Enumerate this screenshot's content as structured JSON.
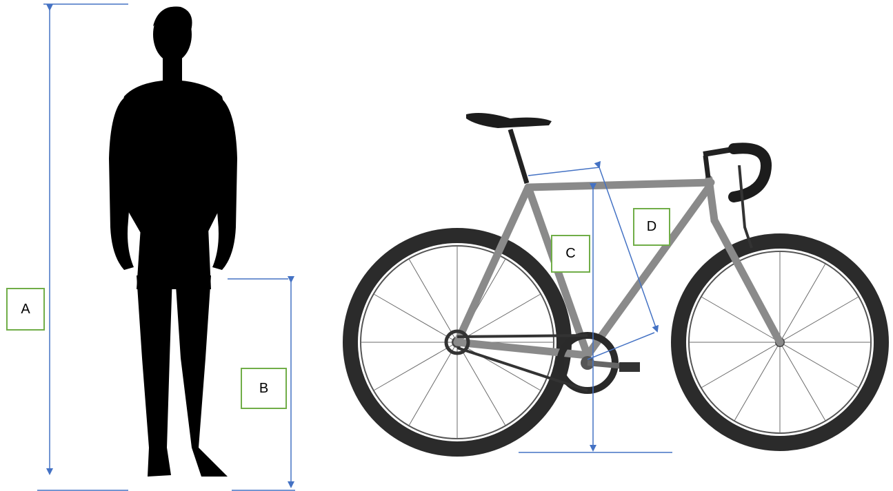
{
  "labels": {
    "a": "A",
    "b": "B",
    "c": "C",
    "d": "D"
  },
  "colors": {
    "measure_line": "#4472c4",
    "label_border": "#70ad47",
    "silhouette": "#000000",
    "frame": "#8a8a8a",
    "tire": "#2b2b2b"
  },
  "icons": {
    "person": "human-silhouette-icon",
    "bike": "fixed-gear-bicycle-icon"
  }
}
